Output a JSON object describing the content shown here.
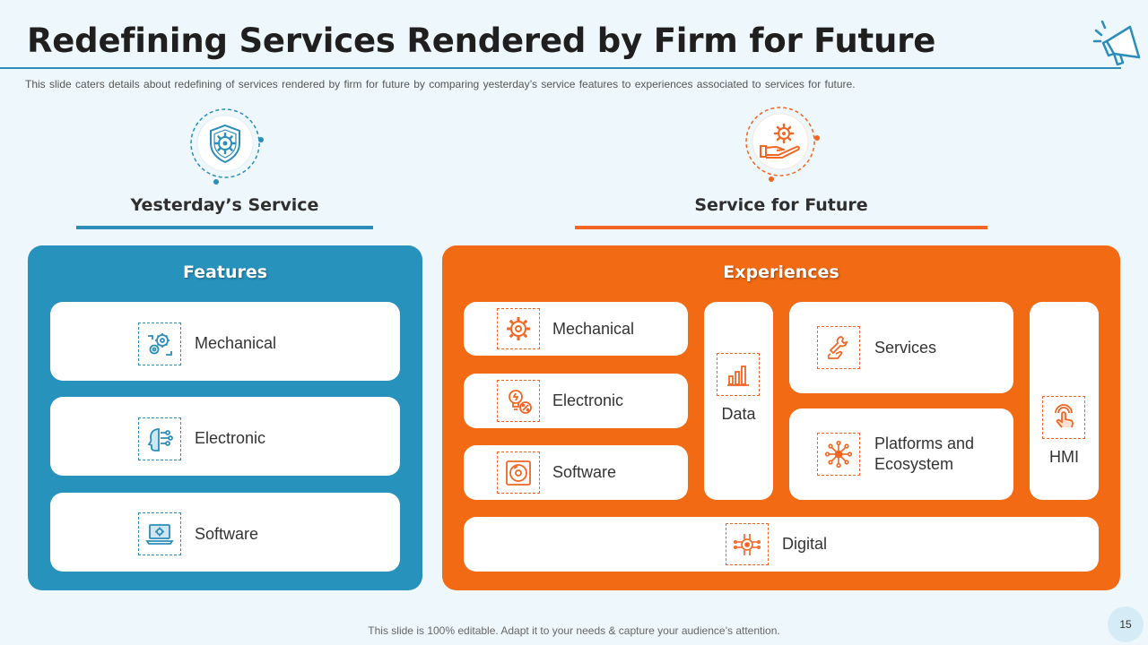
{
  "slide": {
    "title": "Redefining Services Rendered by Firm for Future",
    "subtitle": "This slide caters details about redefining of services rendered by firm for future by comparing yesterday’s service features to experiences associated to services for future.",
    "footer": "This slide is 100% editable. Adapt it to your needs & capture your audience’s attention.",
    "page_number": "15"
  },
  "colors": {
    "blue": "#2b8db8",
    "blue_panel": "#2793bd",
    "orange": "#f26522"
  },
  "yesterday": {
    "heading": "Yesterday’s Service",
    "icon": "shield-gear-icon",
    "panel_title": "Features",
    "items": [
      {
        "label": "Mechanical",
        "icon": "gears-icon"
      },
      {
        "label": "Electronic",
        "icon": "circuit-head-icon"
      },
      {
        "label": "Software",
        "icon": "laptop-icon"
      }
    ]
  },
  "future": {
    "heading": "Service for Future",
    "icon": "hand-gear-icon",
    "panel_title": "Experiences",
    "items": {
      "mechanical": {
        "label": "Mechanical",
        "icon": "gear-icon"
      },
      "electronic": {
        "label": "Electronic",
        "icon": "bulb-percent-icon"
      },
      "software": {
        "label": "Software",
        "icon": "disc-icon"
      },
      "data": {
        "label": "Data",
        "icon": "bar-chart-icon"
      },
      "services": {
        "label": "Services",
        "icon": "wrench-hand-icon"
      },
      "platforms": {
        "label": "Platforms and Ecosystem",
        "icon": "network-icon"
      },
      "hmi": {
        "label": "HMI",
        "icon": "touch-icon"
      },
      "digital": {
        "label": "Digital",
        "icon": "digital-circuit-icon"
      }
    }
  }
}
